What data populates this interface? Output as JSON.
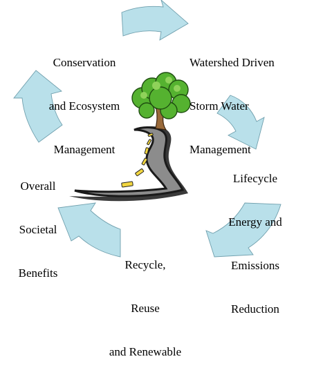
{
  "colors": {
    "arrow_fill": "#b9e0ea",
    "arrow_stroke": "#6f9fad",
    "road": "#8c8c8c",
    "road_edge": "#1a1a1a",
    "lane_marking": "#f2d640",
    "tree_foliage": "#55b230",
    "tree_trunk": "#9a6a3a"
  },
  "center_image": "tree-beside-winding-road",
  "stages": [
    {
      "id": "conservation",
      "lines": [
        "Conservation",
        "and Ecosystem",
        "Management"
      ]
    },
    {
      "id": "watershed",
      "lines": [
        "Watershed Driven",
        "Storm Water",
        "Management"
      ]
    },
    {
      "id": "lifecycle",
      "lines": [
        "Lifecycle",
        "Energy and",
        "Emissions",
        "Reduction"
      ]
    },
    {
      "id": "recycle",
      "lines": [
        "Recycle,",
        "Reuse",
        "and Renewable"
      ]
    },
    {
      "id": "societal",
      "lines": [
        "Overall",
        "Societal",
        "Benefits"
      ]
    }
  ]
}
